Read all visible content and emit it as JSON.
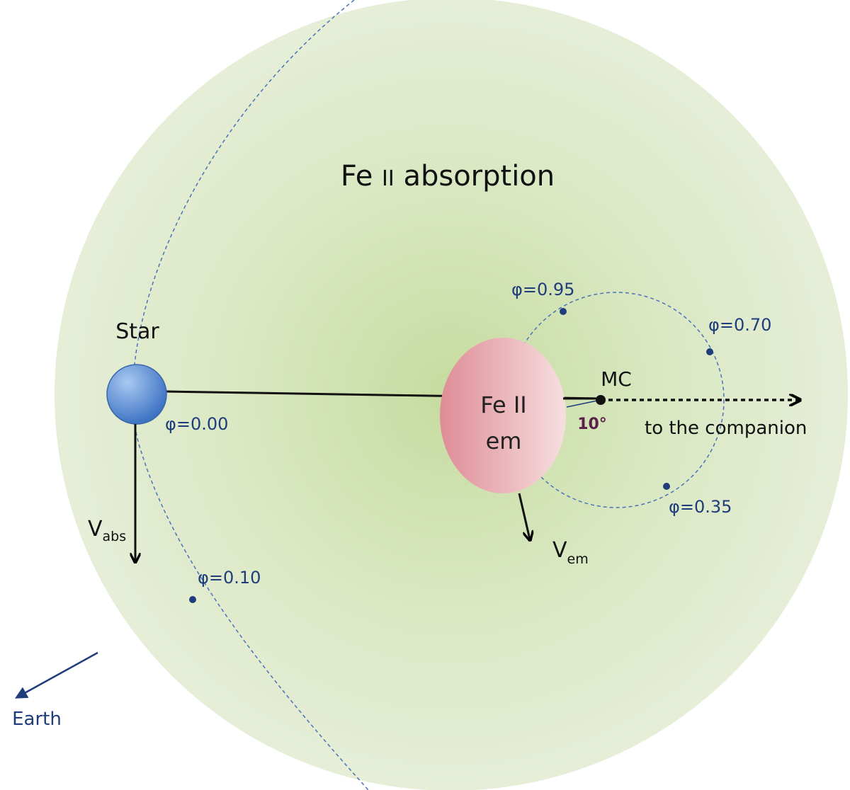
{
  "title_main": "Fe",
  "title_ion": "II",
  "title_rest": "absorption",
  "star_label": "Star",
  "emission_line1": "Fe II",
  "emission_line2": "em",
  "mc_label": "MC",
  "companion_label": "to the companion",
  "angle_label": "10°",
  "phases": [
    "φ=0.00",
    "φ=0.10",
    "φ=0.95",
    "φ=0.70",
    "φ=0.35"
  ],
  "v_abs": {
    "symbol": "V",
    "sub": "abs"
  },
  "v_em": {
    "symbol": "V",
    "sub": "em"
  },
  "earth_label": "Earth",
  "colors": {
    "envelope": "#e3edd2",
    "envelope_center": "#cfe0ad",
    "star": "#5d8fd6",
    "emission": "#e9a6ad",
    "orbit": "#4a73b8",
    "phase_dot": "#1f3d7a",
    "earth_arrow": "#1f3d7a"
  }
}
